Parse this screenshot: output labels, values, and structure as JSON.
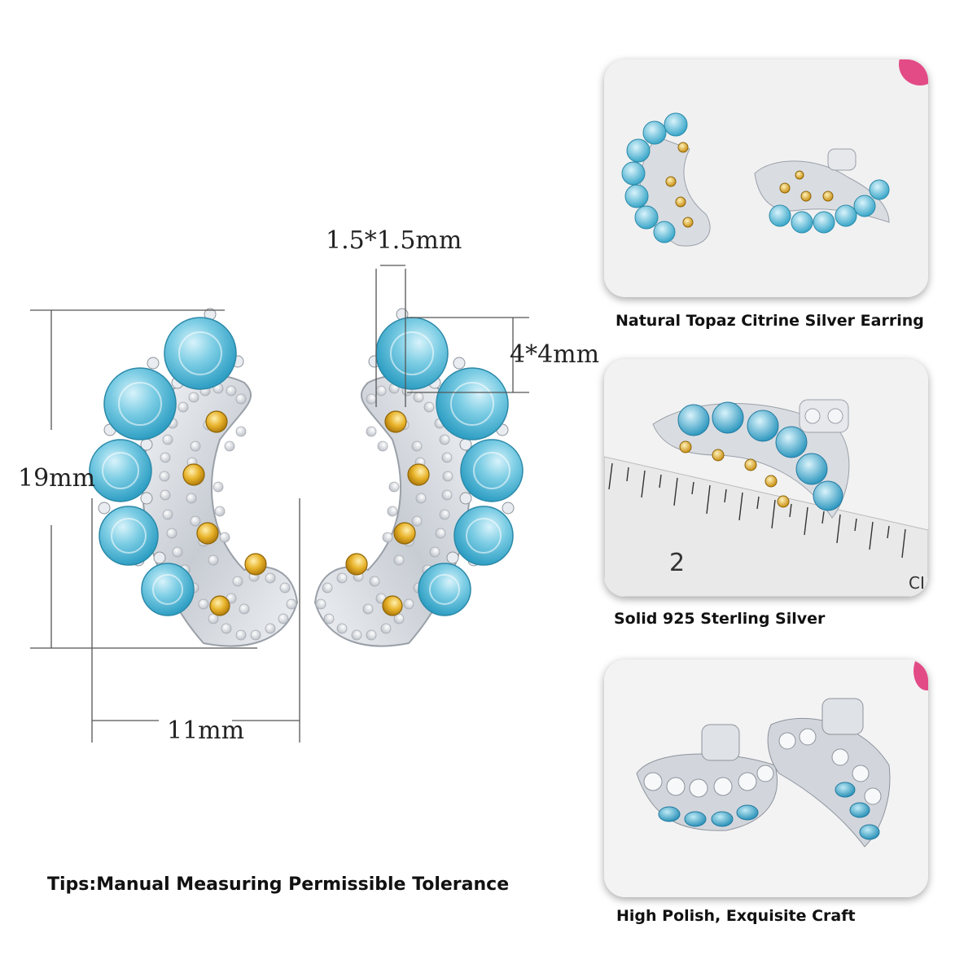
{
  "main": {
    "dimensions": {
      "pave_stone": "1.5*1.5mm",
      "main_stone": "4*4mm",
      "height": "19mm",
      "width": "11mm"
    },
    "tips": "Tips:Manual Measuring Permissible Tolerance"
  },
  "panels": [
    {
      "caption": "Natural Topaz Citrine Silver Earring"
    },
    {
      "caption": "Solid 925 Sterling Silver",
      "ruler_number": "2",
      "ruler_partial": "CI"
    },
    {
      "caption": "High Polish, Exquisite Craft"
    }
  ],
  "colors": {
    "topaz": "#7ccde4",
    "citrine": "#e8b32a",
    "silver": "#d8dbe0",
    "accent_pink": "#e24b86"
  }
}
